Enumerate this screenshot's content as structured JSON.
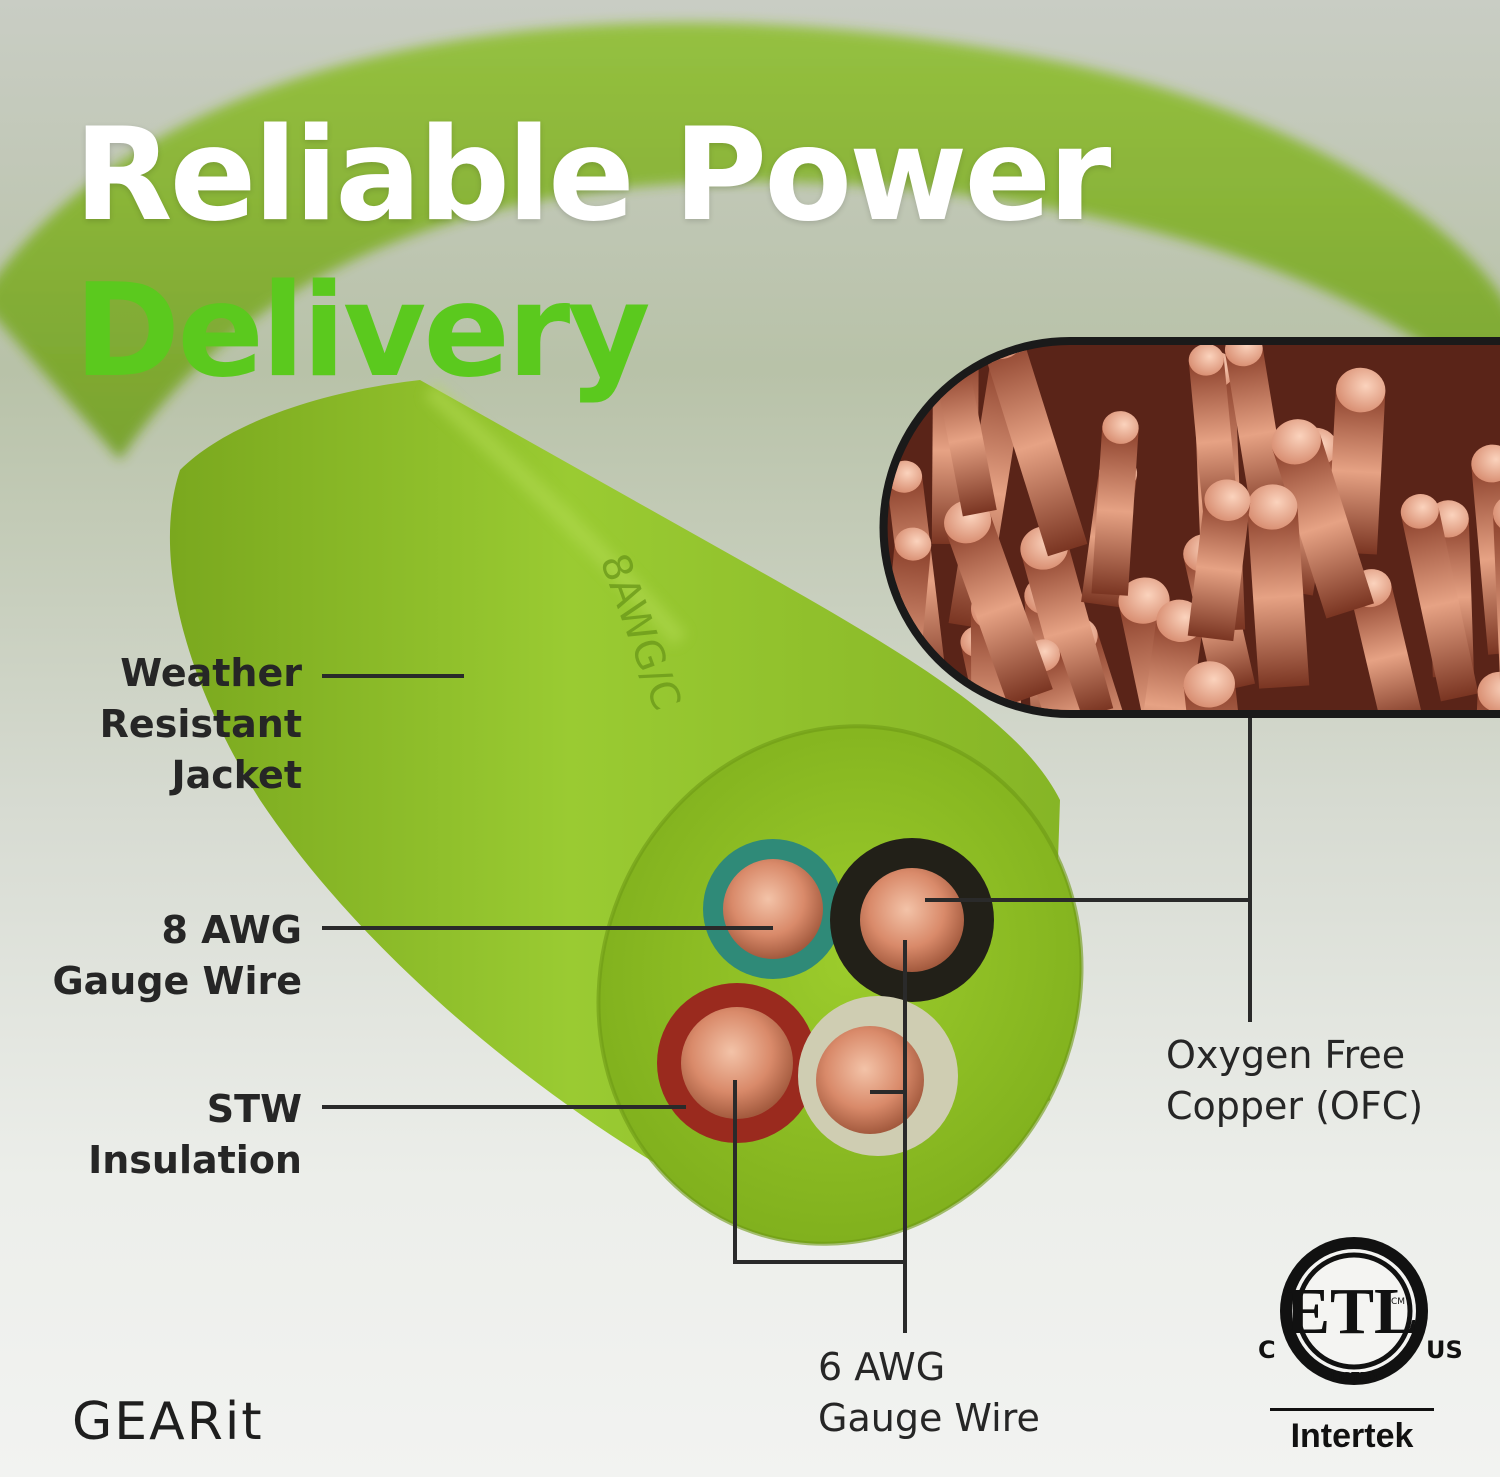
{
  "headline": {
    "line1": "Reliable Power",
    "line2": "Delivery"
  },
  "labels": {
    "jacket": [
      "Weather",
      "Resistant",
      "Jacket"
    ],
    "awg8": [
      "8 AWG",
      "Gauge Wire"
    ],
    "stw": [
      "STW",
      "Insulation"
    ],
    "awg6": [
      "6 AWG",
      "Gauge Wire"
    ],
    "ofc": [
      "Oxygen Free",
      "Copper (OFC)"
    ]
  },
  "jacket_print": "8AWG/C",
  "brand": "GEARit",
  "certification": {
    "mark": "ETL",
    "listed": "LISTED",
    "cm": "CM",
    "left": "C",
    "right": "US",
    "org": "Intertek"
  },
  "colors": {
    "headline_white": "#ffffff",
    "headline_green": "#5bc91e",
    "cable_green": "#8cc226",
    "copper": "#d98a6a",
    "callout_line": "#2a2a2a",
    "text_dark": "#262626"
  },
  "icons": {
    "cable": "cable-cross-section-illustration",
    "copper_strands": "copper-strands-closeup",
    "cert_logo": "etl-listed-logo"
  }
}
